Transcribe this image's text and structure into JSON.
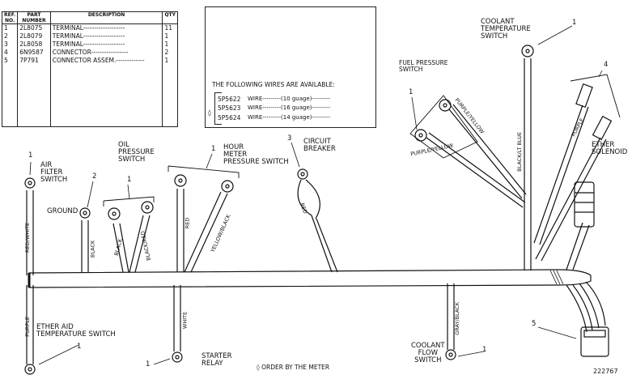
{
  "parts_table": {
    "headers": {
      "ref": "REF. NO.",
      "part": "PART NUMBER",
      "desc": "DESCRIPTION",
      "qty": "QTY"
    },
    "rows": [
      {
        "ref": "1",
        "part": "2L8075",
        "desc": "TERMINAL-------------------",
        "qty": "11"
      },
      {
        "ref": "2",
        "part": "2L8079",
        "desc": "TERMINAL-------------------",
        "qty": "1"
      },
      {
        "ref": "3",
        "part": "2L8058",
        "desc": "TERMINAL-------------------",
        "qty": "1"
      },
      {
        "ref": "4",
        "part": "6N9587",
        "desc": "CONNECTOR-----------------",
        "qty": "2"
      },
      {
        "ref": "5",
        "part": "7P791",
        "desc": "CONNECTOR ASSEM.-------------",
        "qty": "1"
      }
    ]
  },
  "wires_box": {
    "title": "THE FOLLOWING WIRES ARE AVAILABLE:",
    "marker": "◊",
    "items": [
      {
        "part": "5P5622",
        "desc": "WIRE---------(10 guage)---------"
      },
      {
        "part": "5P5623",
        "desc": "WIRE---------(16 guage)---------"
      },
      {
        "part": "5P5624",
        "desc": "WIRE---------(14 guage)---------"
      }
    ]
  },
  "labels": {
    "coolant_temp": "COOLANT\nTEMPERATURE\nSWITCH",
    "fuel_pressure": "FUEL PRESSURE\nSWITCH",
    "ether_solenoid": "ETHER\nSOLENOID",
    "air_filter": "AIR\nFILTER\nSWITCH",
    "oil_pressure": "OIL\nPRESSURE\nSWITCH",
    "hour_meter": "HOUR\nMETER\nPRESSURE SWITCH",
    "circuit_breaker": "CIRCUIT\nBREAKER",
    "ground": "GROUND",
    "ether_aid": "ETHER AID\nTEMPERATURE SWITCH",
    "starter_relay": "STARTER\nRELAY",
    "order_note": "◊ ORDER BY THE METER",
    "coolant_flow": "COOLANT\nFLOW\nSWITCH",
    "figure_number": "222767"
  },
  "callouts": {
    "c1": "1",
    "c2": "2",
    "c3": "3",
    "c4": "4",
    "c5": "5"
  },
  "wire_colors": {
    "red_white": "RED/WHITE",
    "black": "BLACK",
    "black_red": "BLACK/RED",
    "red": "RED",
    "yellow_black": "YELLOW/BLACK",
    "purple": "PURPLE",
    "white": "WHITE",
    "gray_black": "GRAY/BLACK",
    "purple_yellow": "PURPLE/YELLOW",
    "black_lt_blue": "BLACK/LT BLUE",
    "purple_short": "PURPLE"
  }
}
